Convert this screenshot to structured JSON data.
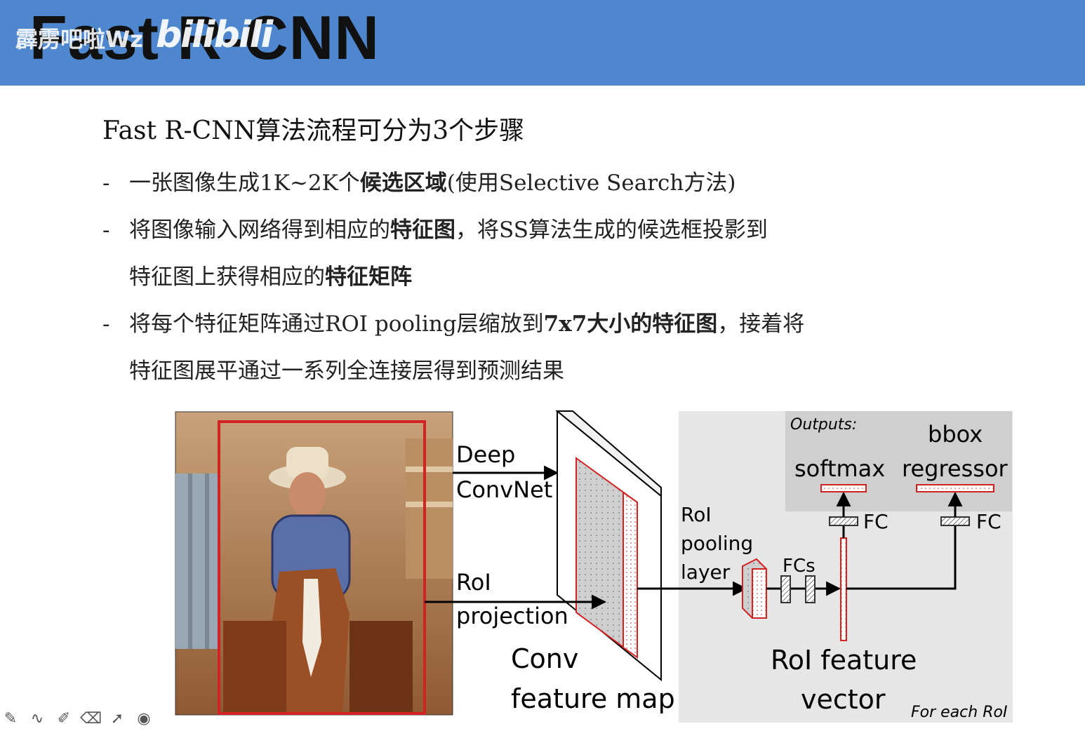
{
  "slide": {
    "title": "Fast R-CNN",
    "watermark": "霹雳吧啦Wz",
    "watermark_logo": "bilibili",
    "heading": "Fast R-CNN算法流程可分为3个步骤",
    "steps": [
      {
        "prefix": "一张图像生成1K~2K个",
        "bold": "候选区域",
        "suffix": "(使用Selective Search方法)"
      },
      {
        "prefix": "将图像输入网络得到相应的",
        "bold": "特征图",
        "suffix": "，将SS算法生成的候选框投影到",
        "line2_prefix": "特征图上获得相应的",
        "line2_bold": "特征矩阵"
      },
      {
        "prefix": "将每个特征矩阵通过ROI pooling层缩放到",
        "bold": "7x7大小的特征图",
        "suffix": "，接着将",
        "line2_prefix": "特征图展平通过一系列全连接层得到预测结果"
      }
    ]
  },
  "figure": {
    "deep": "Deep",
    "convnet": "ConvNet",
    "roi": "RoI",
    "projection": "projection",
    "conv": "Conv",
    "feature_map": "feature map",
    "roi_pool_1": "RoI",
    "roi_pool_2": "pooling",
    "roi_pool_3": "layer",
    "fcs": "FCs",
    "fc_left": "FC",
    "fc_right": "FC",
    "outputs": "Outputs:",
    "softmax": "softmax",
    "bbox": "bbox",
    "regressor": "regressor",
    "roi_feature": "RoI feature",
    "vector": "vector",
    "for_each": "For each RoI"
  },
  "toolbar": {
    "icons": [
      "pen-icon",
      "curve-icon",
      "marker-icon",
      "eraser-icon",
      "pointer-icon",
      "laser-icon"
    ]
  },
  "colors": {
    "banner": "#4f87cf",
    "red_outline": "#d22323",
    "panel_gray": "#e6e6e6"
  }
}
